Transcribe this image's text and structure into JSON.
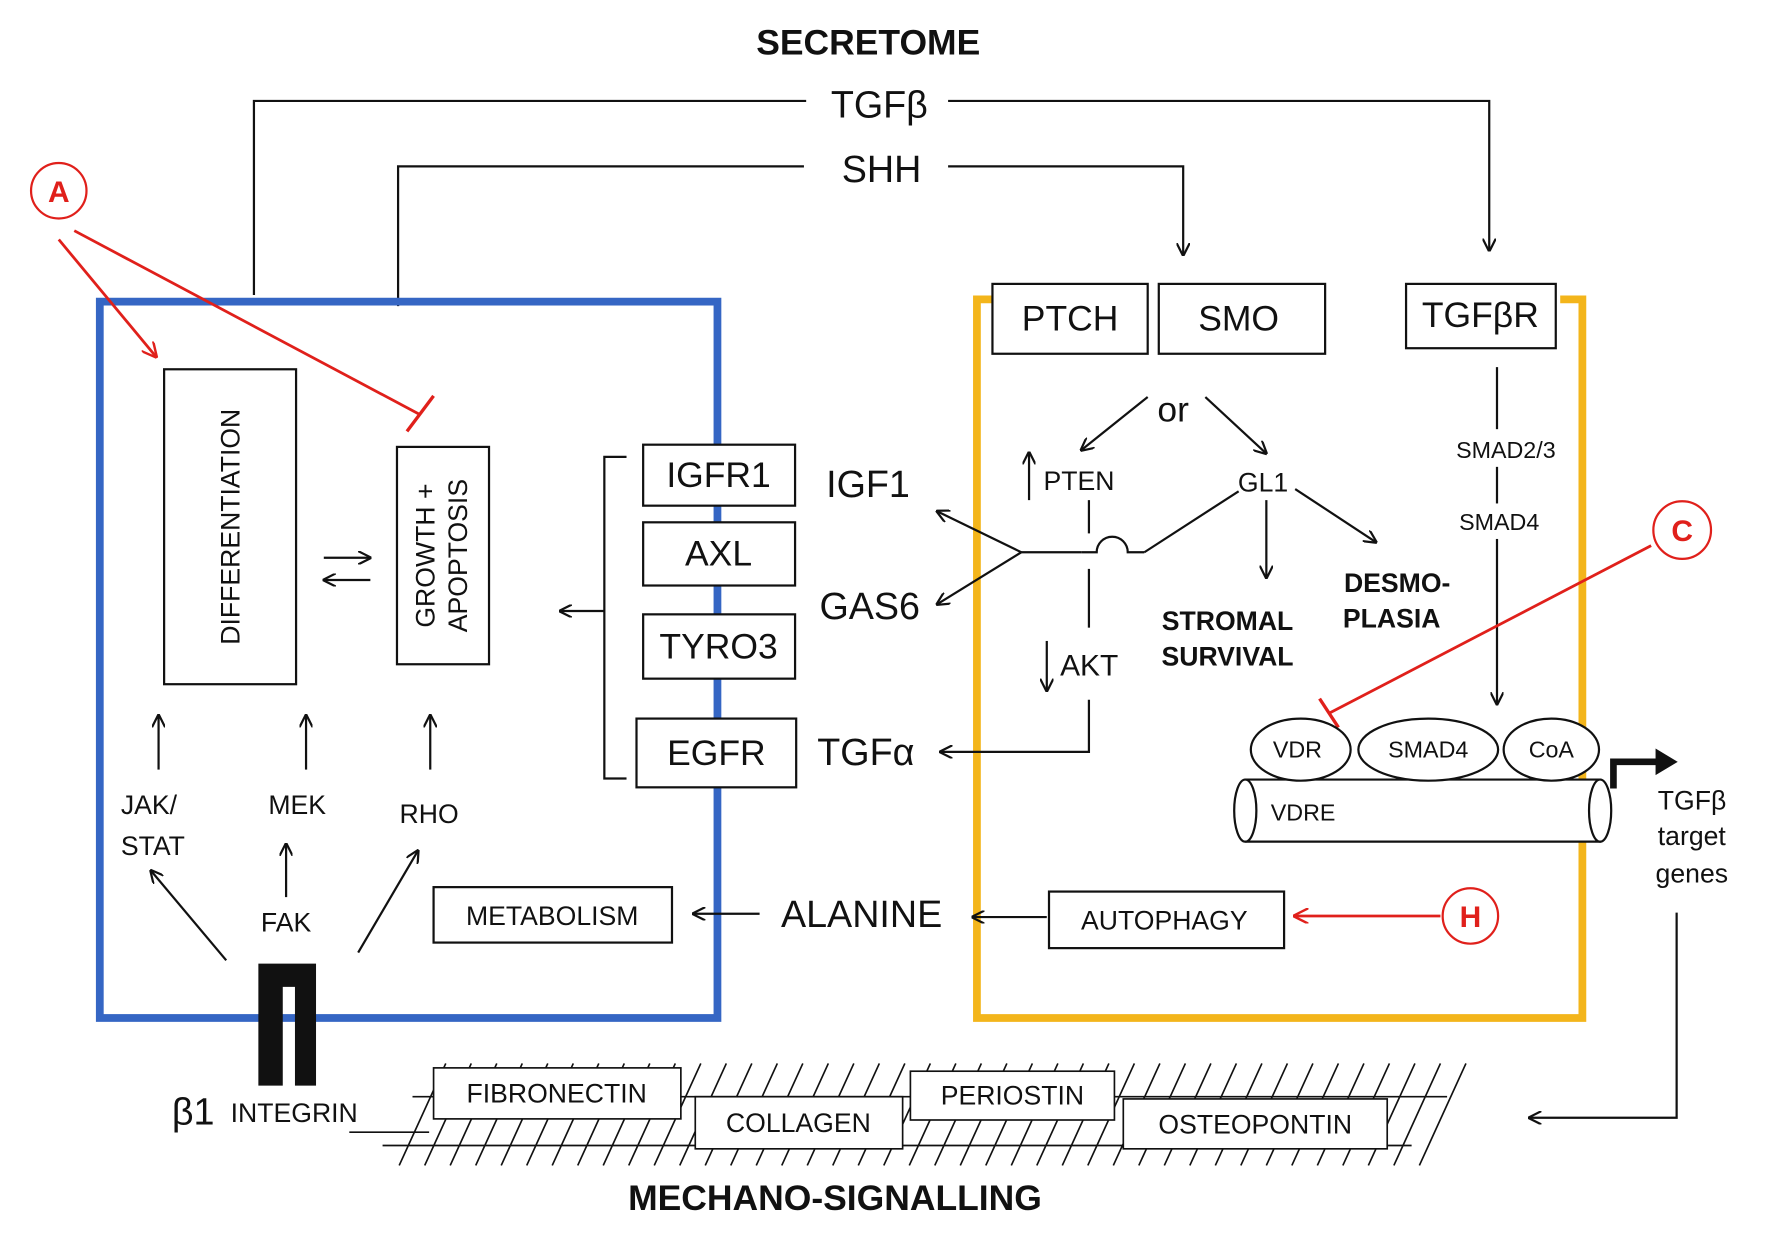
{
  "title": "SECRETOME",
  "footer": "MECHANO-SIGNALLING",
  "colors": {
    "ink": "#111111",
    "blue_cell": "#3566c4",
    "yellow_cell": "#f3b51b",
    "inhibitor_red": "#e0201b"
  },
  "secreted": {
    "tgfb": "TGFβ",
    "shh": "SHH"
  },
  "markers": {
    "a": "A",
    "c": "C",
    "h": "H"
  },
  "blue_cell": {
    "differentiation": "DIFFERENTIATION",
    "growth_line1": "GROWTH +",
    "growth_line2": "APOPTOSIS",
    "receptors": [
      "IGFR1",
      "AXL",
      "TYRO3",
      "EGFR"
    ],
    "pathways": {
      "jak_line1": "JAK/",
      "jak_line2": "STAT",
      "mek": "MEK",
      "rho": "RHO",
      "fak": "FAK"
    },
    "metabolism": "METABOLISM"
  },
  "ligands": {
    "igf1": "IGF1",
    "gas6": "GAS6",
    "tgfa": "TGFα",
    "alanine": "ALANINE"
  },
  "yellow_cell": {
    "ptch": "PTCH",
    "smo": "SMO",
    "tgfbr": "TGFβR",
    "or": "or",
    "pten": "PTEN",
    "gl1": "GL1",
    "akt": "AKT",
    "stromal_line1": "STROMAL",
    "stromal_line2": "SURVIVAL",
    "desmo_line1": "DESMO-",
    "desmo_line2": "PLASIA",
    "smad23": "SMAD2/3",
    "smad4_label": "SMAD4",
    "vdr": "VDR",
    "smad4_oval": "SMAD4",
    "coa": "CoA",
    "vdre": "VDRE",
    "autophagy": "AUTOPHAGY"
  },
  "target_genes": [
    "TGFβ",
    "target",
    "genes"
  ],
  "integrin": {
    "beta1": "β1",
    "integrin": "INTEGRIN"
  },
  "ecm": [
    "FIBRONECTIN",
    "COLLAGEN",
    "PERIOSTIN",
    "OSTEOPONTIN"
  ]
}
